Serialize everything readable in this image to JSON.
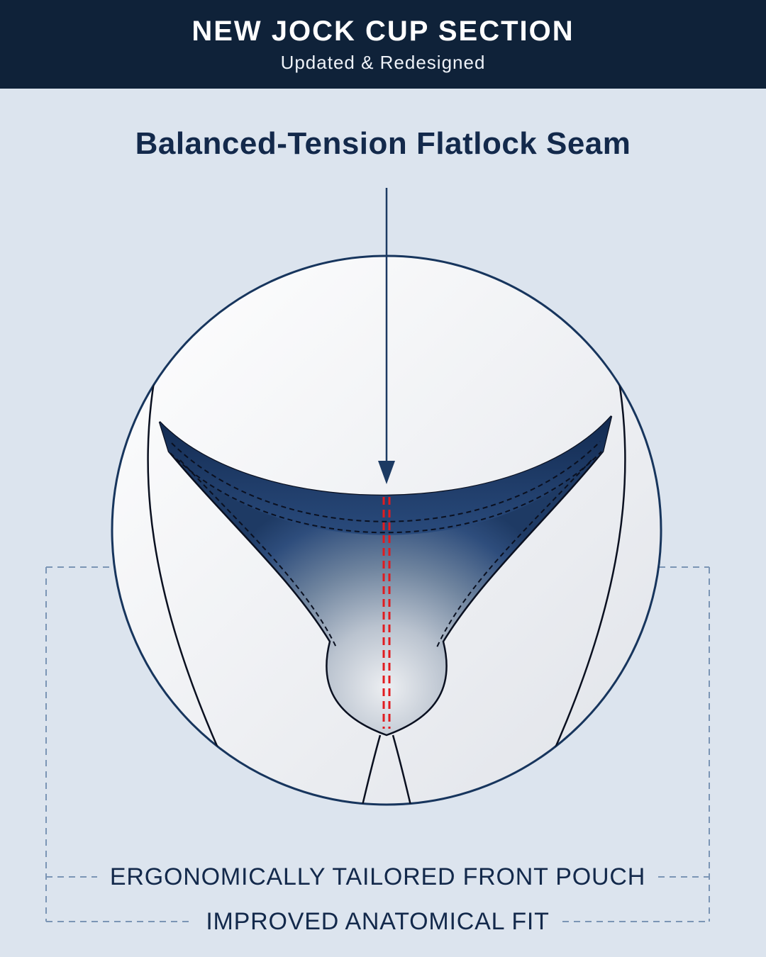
{
  "page": {
    "background": "#dce4ee"
  },
  "header": {
    "title": "NEW JOCK CUP SECTION",
    "subtitle": "Updated & Redesigned",
    "background": "#0f2239",
    "text_color": "#ffffff"
  },
  "diagram": {
    "heading": "Balanced-Tension Flatlock Seam",
    "callouts": [
      {
        "label": "ERGONOMICALLY TAILORED FRONT POUCH"
      },
      {
        "label": "IMPROVED ANATOMICAL FIT"
      }
    ],
    "icons": {
      "down_arrow": "down-arrow-indicator"
    },
    "colors": {
      "accent_navy": "#13294b",
      "arrow_navy": "#1c3a63",
      "circle_stroke": "#17355d",
      "seam_red": "#e11b1f",
      "callout_line": "#7b95b5",
      "outline_black": "#0a1020",
      "waistband_navy": "#122a50"
    }
  }
}
